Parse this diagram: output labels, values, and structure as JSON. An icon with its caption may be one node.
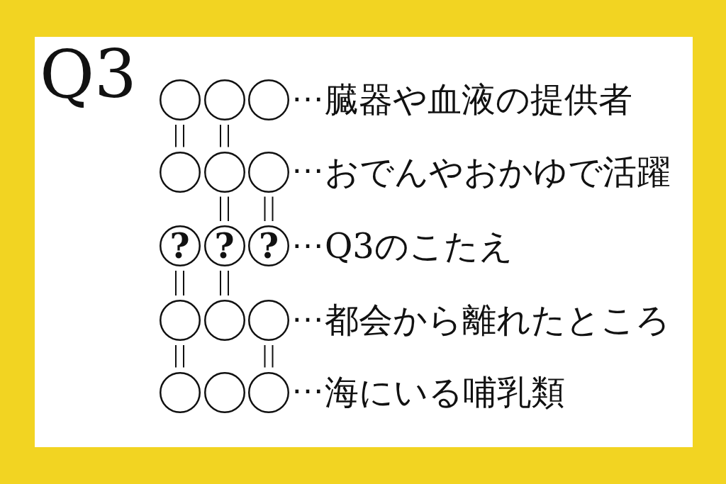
{
  "diagram": {
    "title": "Q3",
    "nodes": [
      {
        "text": [],
        "shape": "circle"
      },
      {
        "text": [],
        "shape": "circle"
      },
      {
        "text": [],
        "shape": "circle"
      },
      {
        "text": [],
        "shape": "circle"
      },
      {
        "text": [],
        "shape": "circle"
      },
      {
        "text": [],
        "shape": "circle"
      },
      {
        "text": [
          "?"
        ]
      },
      {
        "text": [
          "?"
        ]
      },
      {
        "text": [
          "?"
        ]
      },
      {
        "text": [],
        "shape": "circle"
      },
      {
        "text": [],
        "shape": "circle"
      },
      {
        "text": [],
        "shape": "circle"
      },
      {
        "text": [],
        "shape": "circle"
      },
      {
        "text": [],
        "shape": "circle"
      },
      {
        "text": [],
        "shape": "circle"
      }
    ],
    "edges": [
      {
        "from": 0,
        "to": 3,
        "arrow": "none"
      },
      {
        "from": 1,
        "to": 4,
        "arrow": "none"
      },
      {
        "from": 4,
        "to": 7,
        "arrow": "none"
      },
      {
        "from": 5,
        "to": 8,
        "arrow": "none"
      },
      {
        "from": 6,
        "to": 9,
        "arrow": "none"
      },
      {
        "from": 7,
        "to": 10,
        "arrow": "none"
      },
      {
        "from": 9,
        "to": 12,
        "arrow": "none"
      },
      {
        "from": 11,
        "to": 14,
        "arrow": "none"
      }
    ],
    "labels": [
      "…臓器や血液の提供者",
      "…おでんやおかゆで活躍",
      "…Q3のこたえ",
      "…都会から離れたところ",
      "…海にいる哺乳類"
    ]
  }
}
